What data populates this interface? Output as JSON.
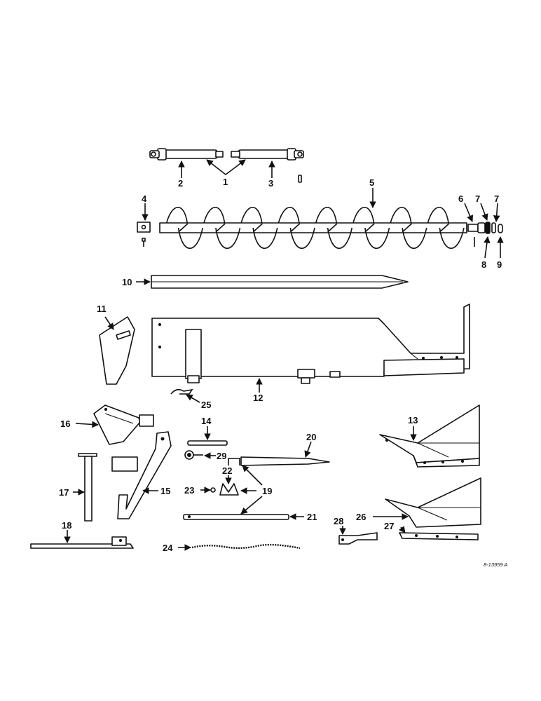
{
  "labels": {
    "l1": "1",
    "l2": "2",
    "l3": "3",
    "l4": "4",
    "l5": "5",
    "l6": "6",
    "l7a": "7",
    "l7b": "7",
    "l8": "8",
    "l9": "9",
    "l10": "10",
    "l11": "11",
    "l12": "12",
    "l13": "13",
    "l14": "14",
    "l15": "15",
    "l16": "16",
    "l17": "17",
    "l18": "18",
    "l19": "19",
    "l20": "20",
    "l21": "21",
    "l22": "22",
    "l23": "23",
    "l24": "24",
    "l25": "25",
    "l26": "26",
    "l27": "27",
    "l28": "28",
    "l29": "29"
  },
  "reference_code": "8-13959 A",
  "colors": {
    "ink": "#111111",
    "paper": "#ffffff"
  }
}
